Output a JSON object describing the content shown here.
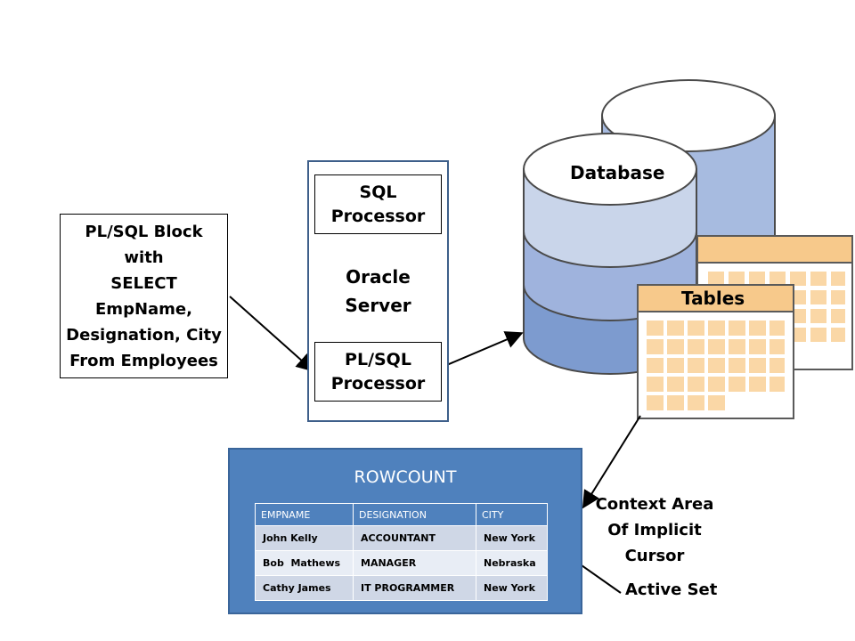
{
  "plsql_block": {
    "lines": [
      "PL/SQL Block",
      "with",
      "SELECT",
      "EmpName,",
      "Designation, City",
      "From Employees"
    ]
  },
  "server": {
    "sql_processor": [
      "SQL",
      "Processor"
    ],
    "label": [
      "Oracle",
      "Server"
    ],
    "plsql_processor": [
      "PL/SQL",
      "Processor"
    ]
  },
  "database": {
    "label": "Database"
  },
  "tables": {
    "label": "Tables"
  },
  "rowcount": {
    "title": "ROWCOUNT",
    "columns": [
      "EMPNAME",
      "DESIGNATION",
      "CITY"
    ],
    "rows": [
      [
        "John Kelly",
        "ACCOUNTANT",
        "New York"
      ],
      [
        "Bob  Mathews",
        "MANAGER",
        "Nebraska"
      ],
      [
        "Cathy James",
        "IT PROGRAMMER",
        "New York"
      ]
    ]
  },
  "context_area": {
    "lines": [
      "Context Area",
      "Of Implicit",
      "Cursor"
    ]
  },
  "active_set": {
    "label": "Active Set"
  },
  "colors": {
    "panel": "#4f81bd",
    "db_light": "#c6d3e8",
    "db_mid": "#9eb4dc",
    "db_dark": "#7f9ccd",
    "calendar_head": "#f7c98b",
    "calendar_cell": "#fad7a6"
  }
}
